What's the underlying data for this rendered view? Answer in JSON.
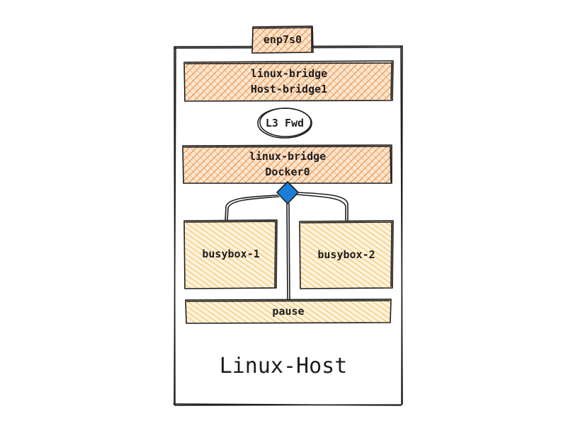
{
  "diagram": {
    "interface": "enp7s0",
    "host_bridge": {
      "line1": "linux-bridge",
      "line2": "Host-bridge1"
    },
    "l3_forward": "L3 Fwd",
    "docker_bridge": {
      "line1": "linux-bridge",
      "line2": "Docker0"
    },
    "containers": [
      "busybox-1",
      "busybox-2"
    ],
    "pause": "pause",
    "host_label": "Linux-Host"
  },
  "colors": {
    "bridge_hatch": "#f08c3a",
    "container_hatch": "#f5b342",
    "veth_diamond": "#1c7ed6",
    "stroke": "#1e1e1e"
  }
}
